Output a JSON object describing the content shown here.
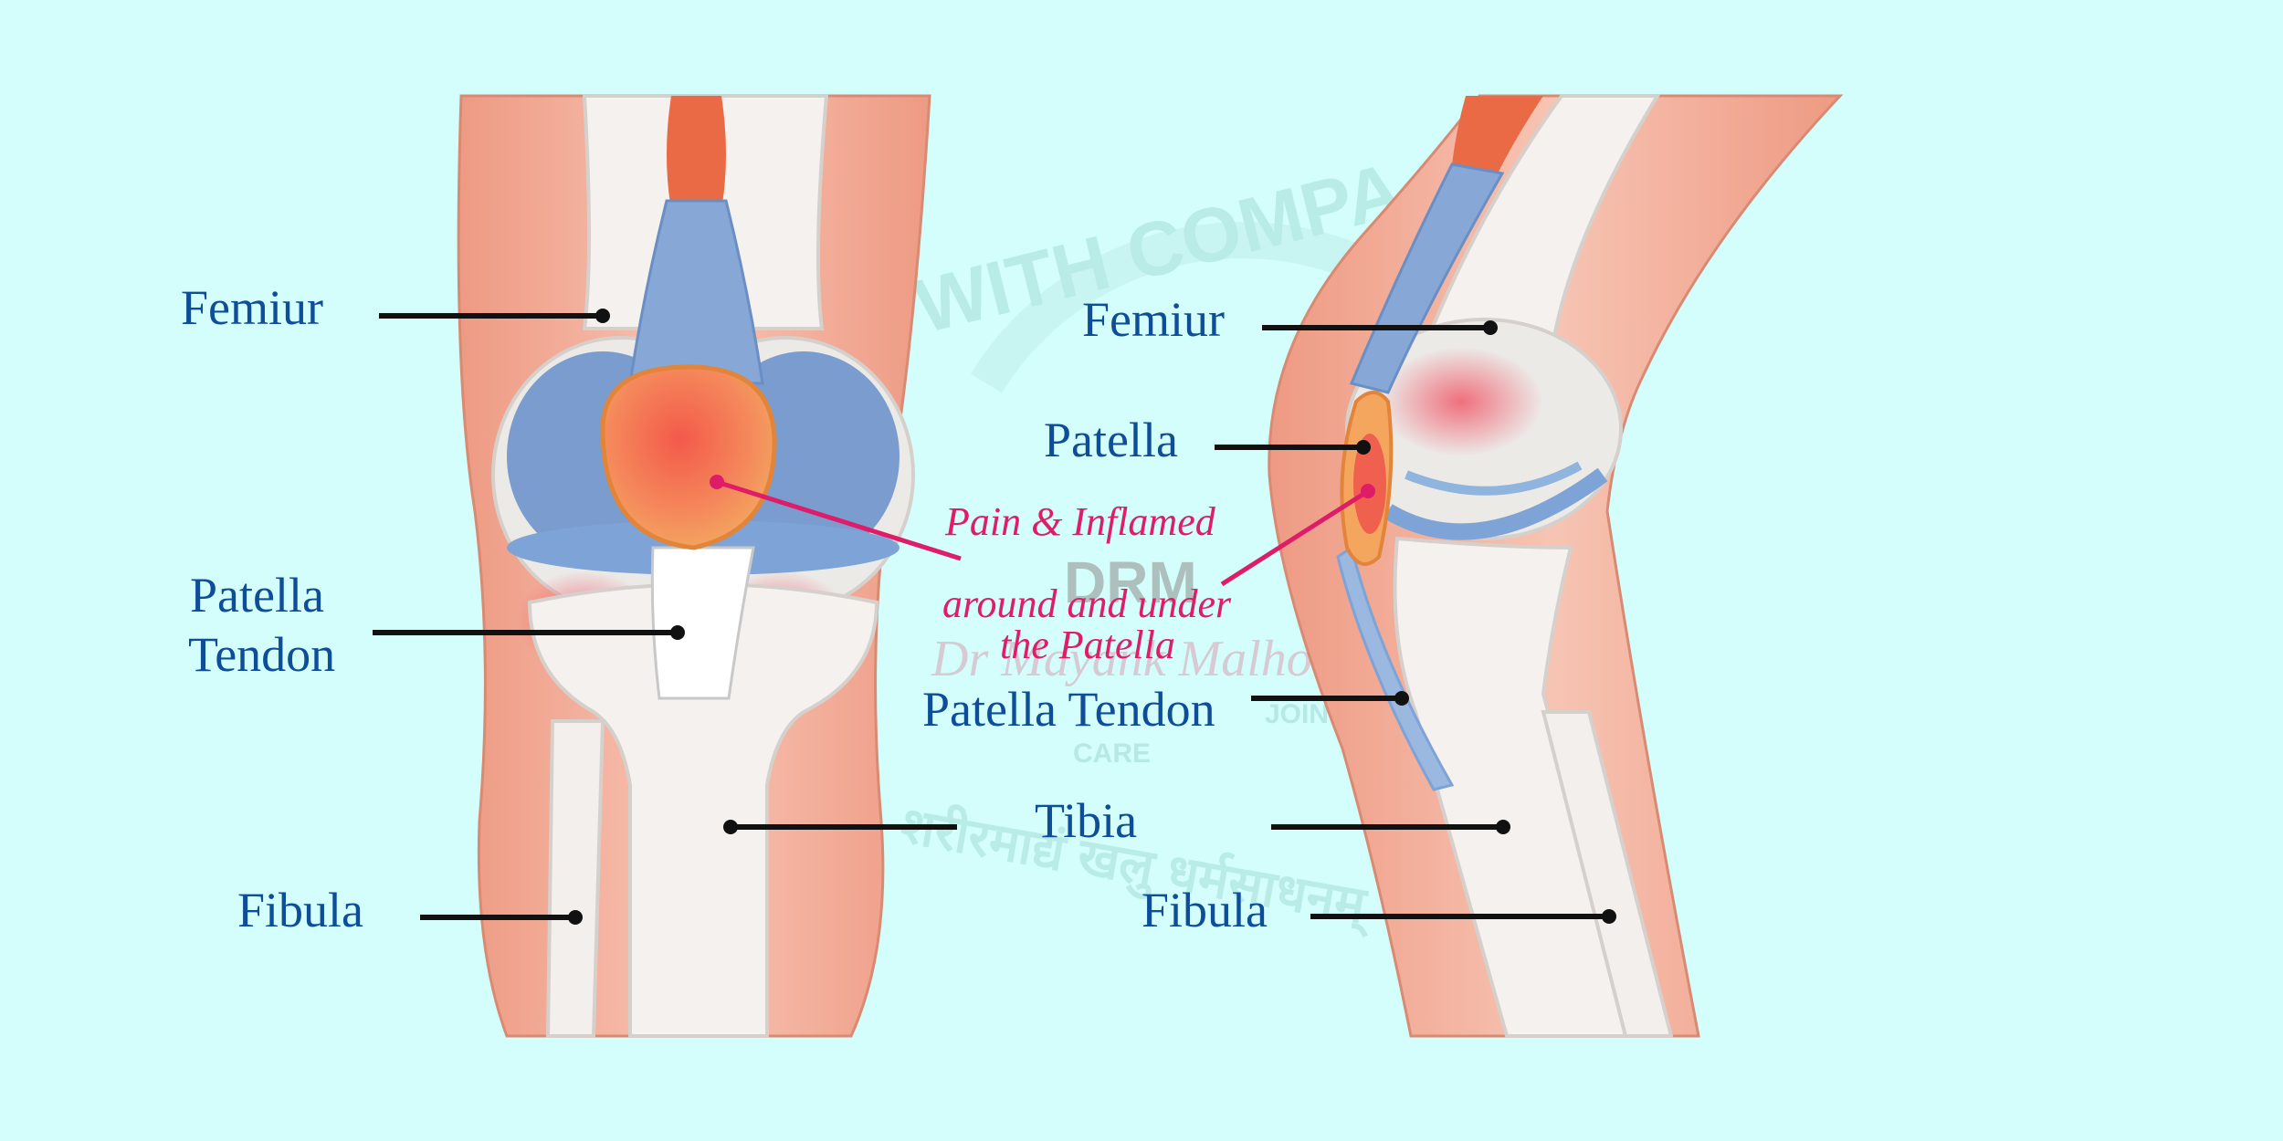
{
  "labels": {
    "front_femur": "Femiur",
    "front_patella_tendon_line1": "Patella",
    "front_patella_tendon_line2": "Tendon",
    "front_fibula": "Fibula",
    "side_femur": "Femiur",
    "side_patella": "Patella",
    "side_patella_tendon": "Patella Tendon",
    "tibia": "Tibia",
    "side_fibula": "Fibula"
  },
  "callout": {
    "line1": "Pain & Inflamed",
    "line2": "around and under",
    "line3": "the Patella"
  },
  "watermark": {
    "arc_text": "WITH COMPA",
    "logo": "DRM",
    "name": "Dr Mayank Malhotra",
    "tag1": "JOINT",
    "tag2": "CARE",
    "hindi": "शरीरमाद्यं खलु धर्मसाधनम्"
  },
  "colors": {
    "background": "#d4fefb",
    "label": "#0e4e98",
    "pain": "#de1c68",
    "leader": "#111111",
    "skin": "#f2a792",
    "bone": "#f4f1ee",
    "ligament": "#7ea3d6",
    "patella": "#f48a5f"
  },
  "icons": [
    "pointer-dot-icon"
  ]
}
